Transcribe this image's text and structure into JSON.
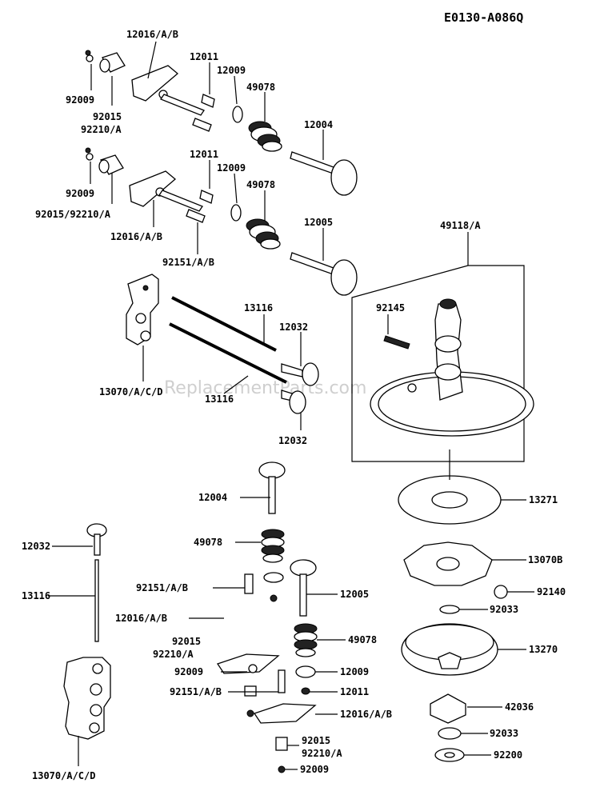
{
  "diagram_id": "E0130-A086Q",
  "watermark": "ReplacementParts.com",
  "labels": {
    "l12016_top": "12016/A/B",
    "l12011_a": "12011",
    "l12009_a": "12009",
    "l49078_a": "49078",
    "l92009_a": "92009",
    "l92015_a": "92015",
    "l92210_a": "92210/A",
    "l12004_a": "12004",
    "l12011_b": "12011",
    "l12009_b": "12009",
    "l49078_b": "49078",
    "l92009_b": "92009",
    "l92015_92210": "92015/92210/A",
    "l12016_b": "12016/A/B",
    "l12005_a": "12005",
    "l92151_a": "92151/A/B",
    "l49118": "49118/A",
    "l13116_a": "13116",
    "l12032_a": "12032",
    "l13070_a": "13070/A/C/D",
    "l13116_b": "13116",
    "l12032_b": "12032",
    "l92145": "92145",
    "l12004_b": "12004",
    "l13271": "13271",
    "l49078_c": "49078",
    "l13070B": "13070B",
    "l12032_c": "12032",
    "l92151_b": "92151/A/B",
    "l12005_b": "12005",
    "l92140": "92140",
    "l13116_c": "13116",
    "l12016_c": "12016/A/B",
    "l92033_a": "92033",
    "l92015_b": "92015",
    "l92210_b": "92210/A",
    "l49078_d": "49078",
    "l13270": "13270",
    "l92009_c": "92009",
    "l12009_c": "12009",
    "l92151_c": "92151/A/B",
    "l12011_c": "12011",
    "l12016_d": "12016/A/B",
    "l42036": "42036",
    "l92015_c": "92015",
    "l92210_c": "92210/A",
    "l92033_b": "92033",
    "l92009_d": "92009",
    "l92200": "92200",
    "l13070_b": "13070/A/C/D"
  }
}
